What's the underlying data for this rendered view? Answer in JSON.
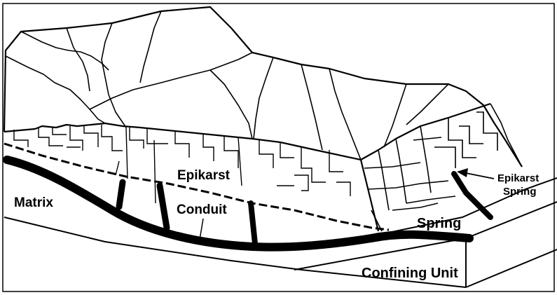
{
  "diagram": {
    "labels": {
      "matrix": "Matrix",
      "epikarst": "Epikarst",
      "conduit": "Conduit",
      "spring": "Spring",
      "epikarst_spring_line1": "Epikarst",
      "epikarst_spring_line2": "Spring",
      "confining_unit": "Confining Unit"
    }
  }
}
